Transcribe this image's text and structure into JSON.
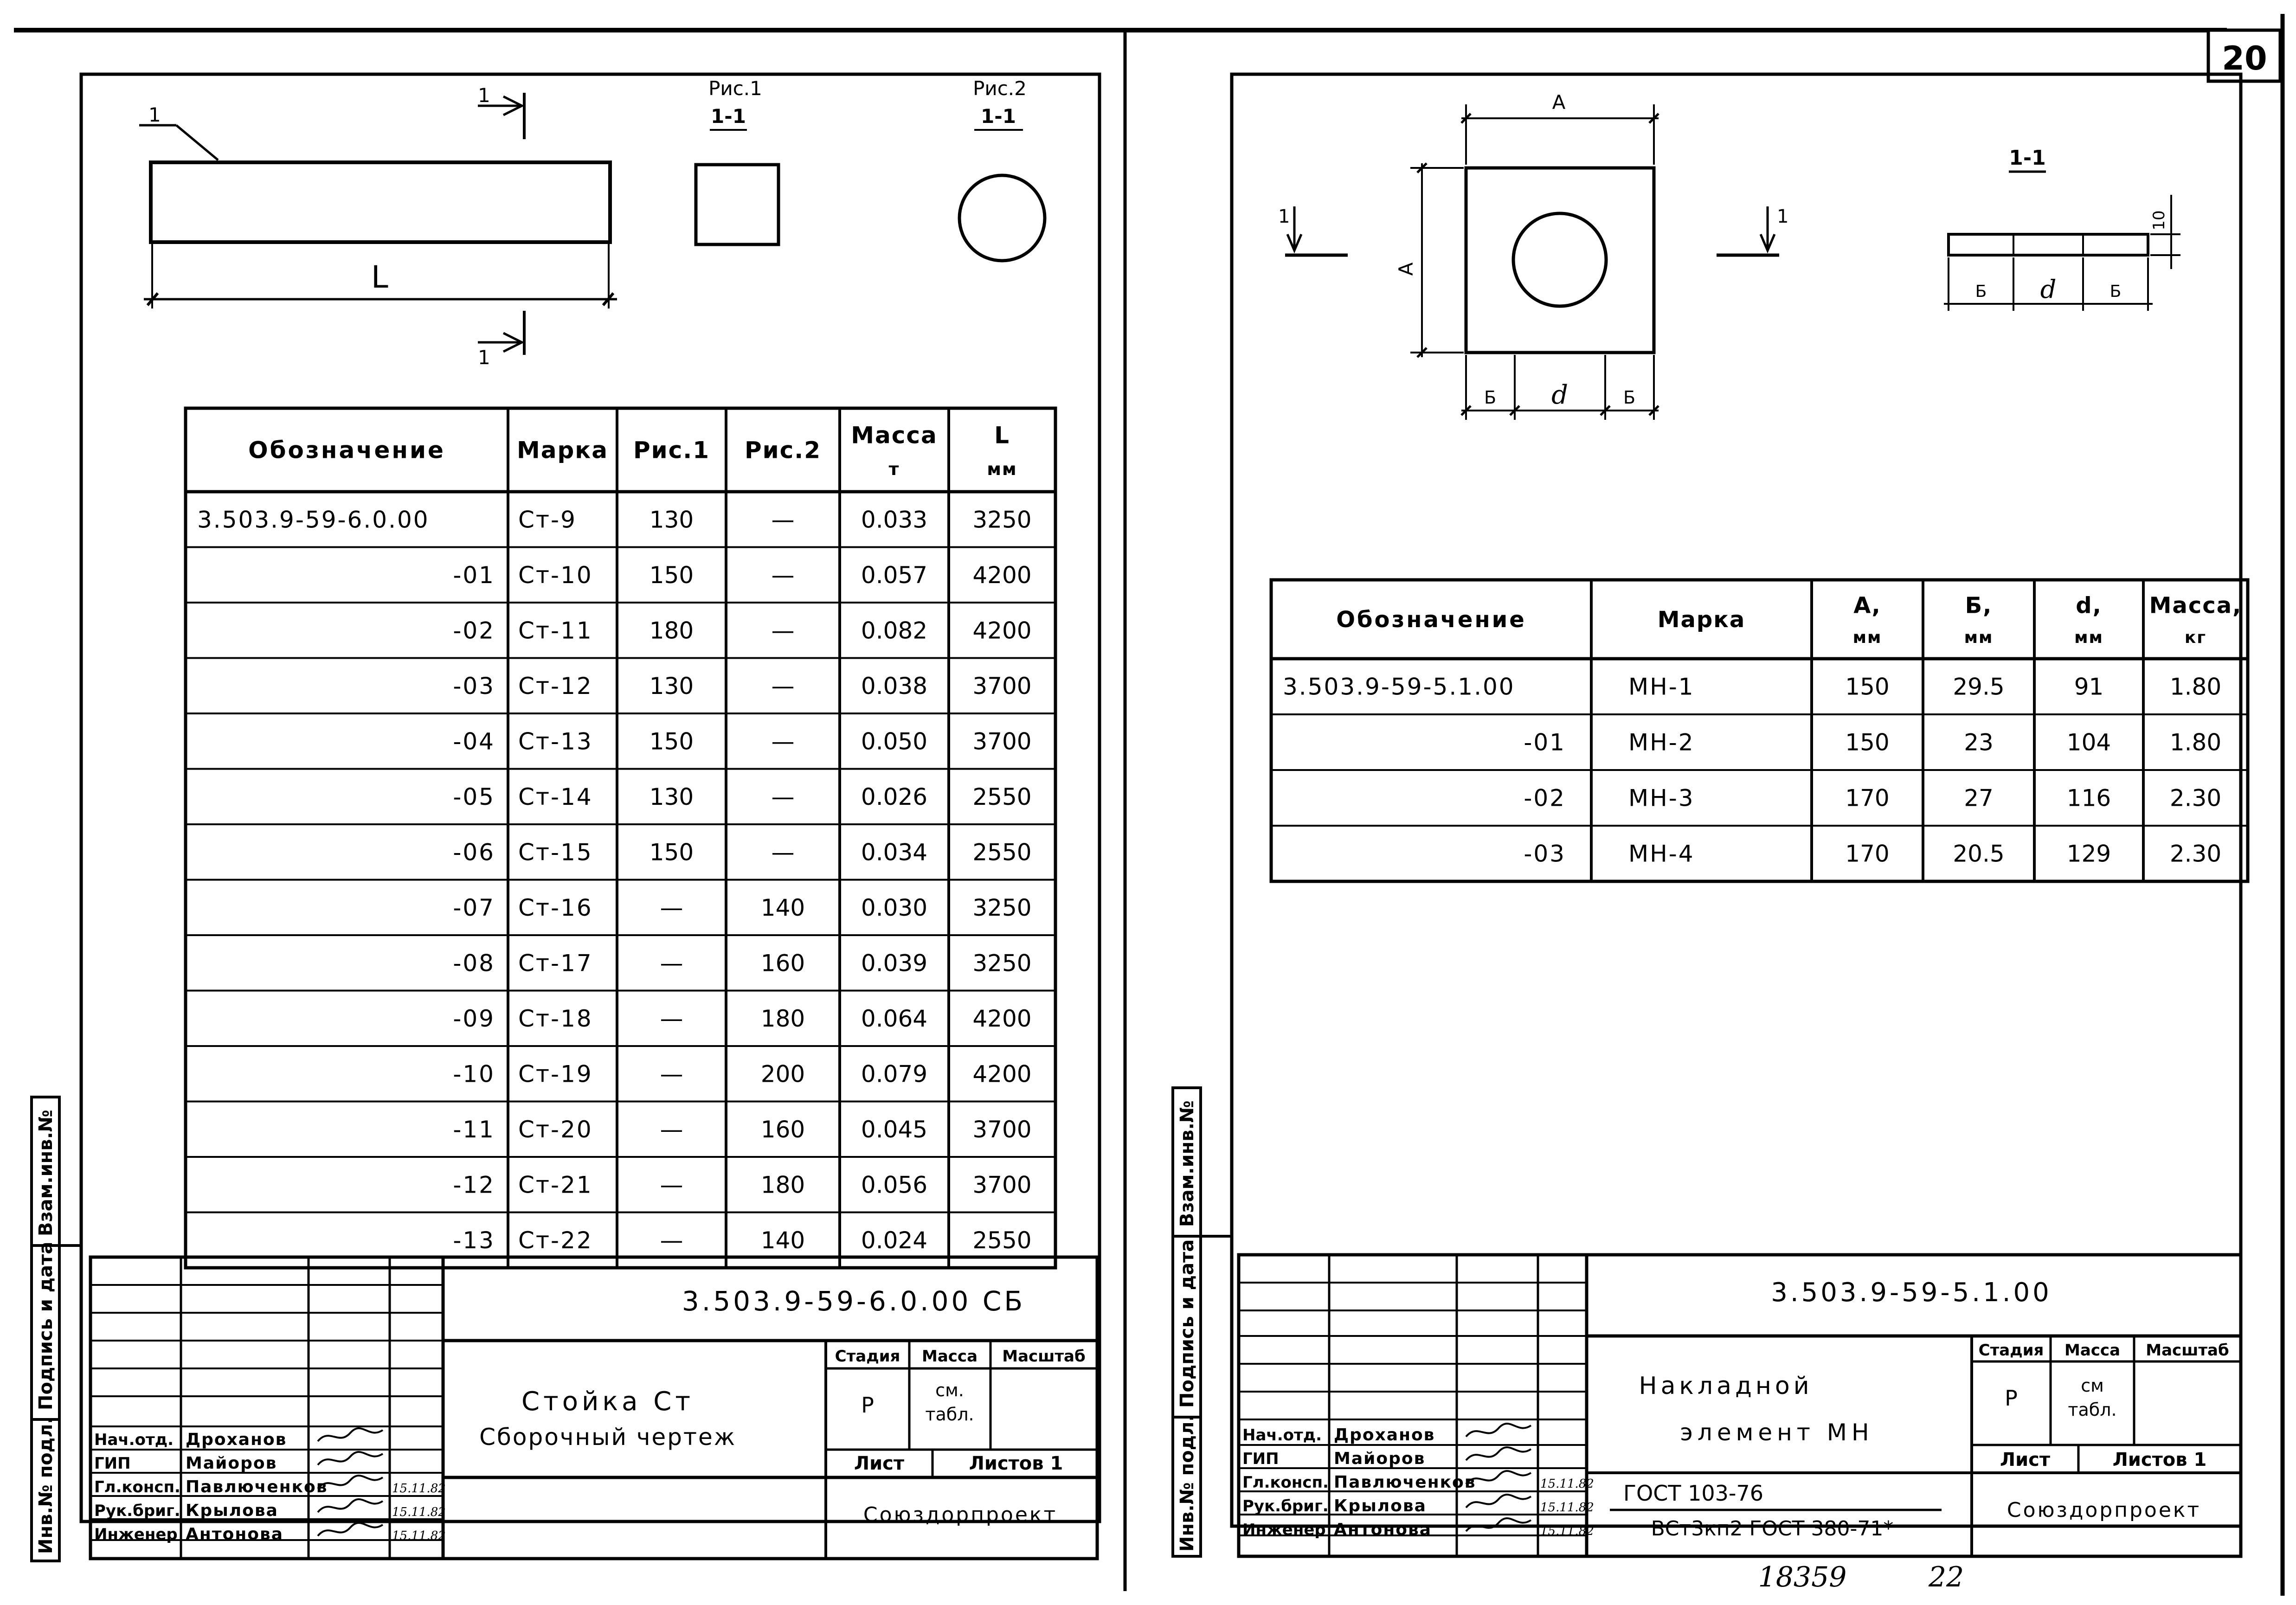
{
  "sheet": {
    "page_number": "20",
    "footer_inventory": "18359",
    "footer_page": "22"
  },
  "left": {
    "drawing": {
      "marker_1": "1",
      "dim_L": "L",
      "fig1_caption": "Рис.1",
      "fig1_section": "1-1",
      "fig2_caption": "Рис.2",
      "fig2_section": "1-1"
    },
    "table": {
      "headers": [
        "Обозначение",
        "Марка",
        "Рис.1",
        "Рис.2",
        "Масса\nт",
        "L\nмм"
      ],
      "rows": [
        [
          "3.503.9-59-6.0.00",
          "Ст-9",
          "130",
          "—",
          "0.033",
          "3250"
        ],
        [
          "-01",
          "Ст-10",
          "150",
          "—",
          "0.057",
          "4200"
        ],
        [
          "-02",
          "Ст-11",
          "180",
          "—",
          "0.082",
          "4200"
        ],
        [
          "-03",
          "Ст-12",
          "130",
          "—",
          "0.038",
          "3700"
        ],
        [
          "-04",
          "Ст-13",
          "150",
          "—",
          "0.050",
          "3700"
        ],
        [
          "-05",
          "Ст-14",
          "130",
          "—",
          "0.026",
          "2550"
        ],
        [
          "-06",
          "Ст-15",
          "150",
          "—",
          "0.034",
          "2550"
        ],
        [
          "-07",
          "Ст-16",
          "—",
          "140",
          "0.030",
          "3250"
        ],
        [
          "-08",
          "Ст-17",
          "—",
          "160",
          "0.039",
          "3250"
        ],
        [
          "-09",
          "Ст-18",
          "—",
          "180",
          "0.064",
          "4200"
        ],
        [
          "-10",
          "Ст-19",
          "—",
          "200",
          "0.079",
          "4200"
        ],
        [
          "-11",
          "Ст-20",
          "—",
          "160",
          "0.045",
          "3700"
        ],
        [
          "-12",
          "Ст-21",
          "—",
          "180",
          "0.056",
          "3700"
        ],
        [
          "-13",
          "Ст-22",
          "—",
          "140",
          "0.024",
          "2550"
        ]
      ]
    },
    "title_block": {
      "doc_code": "3.503.9-59-6.0.00 СБ",
      "title_line1": "Стойка Ст",
      "title_line2": "Сборочный чертеж",
      "stage_label": "Стадия",
      "mass_label": "Масса",
      "scale_label": "Масштаб",
      "stage_value": "Р",
      "mass_value": "см.\nтабл.",
      "sheet_label": "Лист",
      "sheets_label": "Листов 1",
      "organization": "Союздорпроект",
      "staff": [
        {
          "role": "Нач.отд.",
          "name": "Дроханов",
          "date": ""
        },
        {
          "role": "ГИП",
          "name": "Майоров",
          "date": ""
        },
        {
          "role": "Гл.консп.",
          "name": "Павлюченков",
          "date": "15.11.82"
        },
        {
          "role": "Рук.бриг.",
          "name": "Крылова",
          "date": "15.11.82"
        },
        {
          "role": "Инженер",
          "name": "Антонова",
          "date": "15.11.82"
        }
      ],
      "side_labels": [
        "Инв.№ подл.",
        "Подпись и дата",
        "Взам.инв.№"
      ]
    }
  },
  "right": {
    "drawing": {
      "dim_A_top": "А",
      "dim_A_side": "А",
      "dim_B1": "Б",
      "dim_d": "d",
      "dim_B2": "Б",
      "marker_left": "1",
      "marker_right": "1",
      "section_label": "1-1",
      "section_thickness": "10",
      "section_B1": "Б",
      "section_d": "d",
      "section_B2": "Б"
    },
    "table": {
      "headers": [
        "Обозначение",
        "Марка",
        "А,\nмм",
        "Б,\nмм",
        "d,\nмм",
        "Масса,\nкг"
      ],
      "rows": [
        [
          "3.503.9-59-5.1.00",
          "МН-1",
          "150",
          "29.5",
          "91",
          "1.80"
        ],
        [
          "-01",
          "МН-2",
          "150",
          "23",
          "104",
          "1.80"
        ],
        [
          "-02",
          "МН-3",
          "170",
          "27",
          "116",
          "2.30"
        ],
        [
          "-03",
          "МН-4",
          "170",
          "20.5",
          "129",
          "2.30"
        ]
      ]
    },
    "title_block": {
      "doc_code": "3.503.9-59-5.1.00",
      "title_line1": "Накладной",
      "title_line2": "элемент МН",
      "stage_label": "Стадия",
      "mass_label": "Масса",
      "scale_label": "Масштаб",
      "stage_value": "Р",
      "mass_value": "см\nтабл.",
      "sheet_label": "Лист",
      "sheets_label": "Листов 1",
      "material_line1": "ГОСТ 103-76",
      "material_line2": "ВСт3кп2 ГОСТ 380-71*",
      "organization": "Союздорпроект",
      "staff": [
        {
          "role": "Нач.отд.",
          "name": "Дроханов",
          "date": ""
        },
        {
          "role": "ГИП",
          "name": "Майоров",
          "date": ""
        },
        {
          "role": "Гл.консп.",
          "name": "Павлюченков",
          "date": "15.11.82"
        },
        {
          "role": "Рук.бриг.",
          "name": "Крылова",
          "date": "15.11.82"
        },
        {
          "role": "Инженер",
          "name": "Антонова",
          "date": "15.11.82"
        }
      ],
      "side_labels": [
        "Инв.№ подл.",
        "Подпись и дата",
        "Взам.инв.№"
      ]
    }
  }
}
